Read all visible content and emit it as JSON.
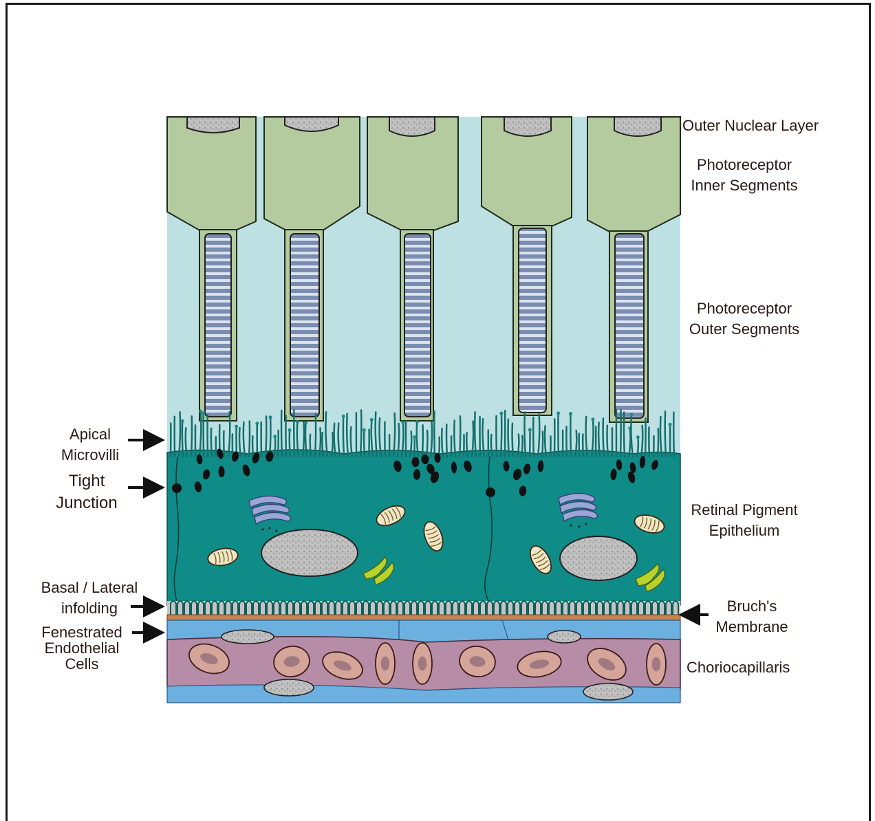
{
  "labels": {
    "outer_nuclear_layer": "Outer Nuclear Layer",
    "inner_segments": [
      "Photoreceptor",
      "Inner Segments"
    ],
    "outer_segments": [
      "Photoreceptor",
      "Outer Segments"
    ],
    "rpe": [
      "Retinal Pigment",
      "Epithelium"
    ],
    "bruchs_membrane": [
      "Bruch's",
      "Membrane"
    ],
    "choriocapillaris": "Choriocapillaris",
    "apical_microvilli": [
      "Apical",
      "Microvilli"
    ],
    "tight_junction": [
      "Tight",
      "Junction"
    ],
    "basal_lateral_infolding": [
      "Basal / Lateral",
      "infolding"
    ],
    "fenestrated_endothelial": [
      "Fenestrated",
      "Endothelial",
      "Cells"
    ]
  },
  "colors": {
    "background_fluid": "#bde0e3",
    "inner_segment": "#b4cb9f",
    "outer_segment_disc": "#7a8db0",
    "rpe_cytoplasm": "#0f8b88",
    "microvilli": "#1b8c86",
    "nucleus": "#b9b9b9",
    "bruchs": "#c9834a",
    "endothelium": "#6cb0df",
    "choriocapillaris_lumen": "#b68ca6",
    "red_blood_cell": "#d6a59a",
    "golgi": "#9aa6d8",
    "er_yellow": "#b8d22a",
    "melanin": "#111111"
  }
}
